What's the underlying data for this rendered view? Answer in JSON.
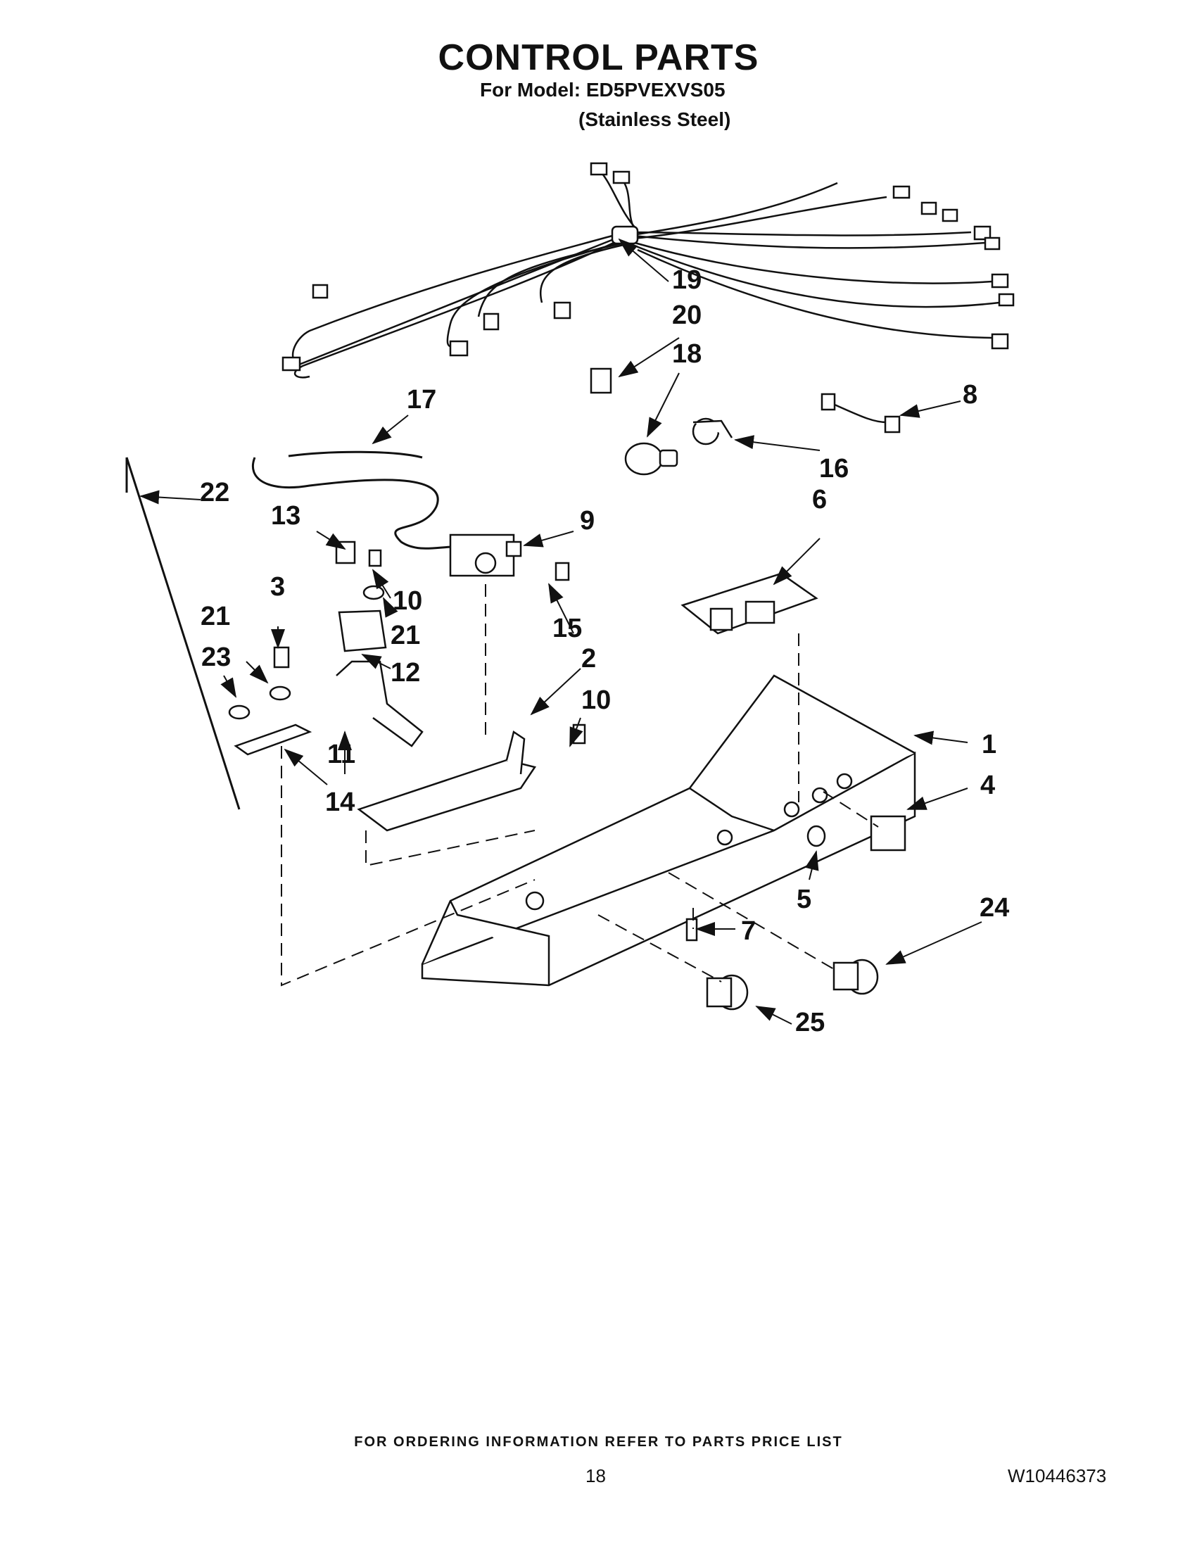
{
  "header": {
    "title": "CONTROL PARTS",
    "model_line": "For Model: ED5PVEXVS05",
    "finish_line": "(Stainless Steel)"
  },
  "callouts": [
    "1",
    "2",
    "3",
    "4",
    "5",
    "6",
    "7",
    "8",
    "9",
    "10",
    "10",
    "11",
    "12",
    "13",
    "14",
    "15",
    "16",
    "17",
    "18",
    "19",
    "20",
    "21",
    "21",
    "22",
    "23",
    "24",
    "25"
  ],
  "footer": {
    "ordering_note": "FOR ORDERING INFORMATION REFER TO PARTS PRICE LIST",
    "page_number": "18",
    "document_id": "W10446373"
  }
}
